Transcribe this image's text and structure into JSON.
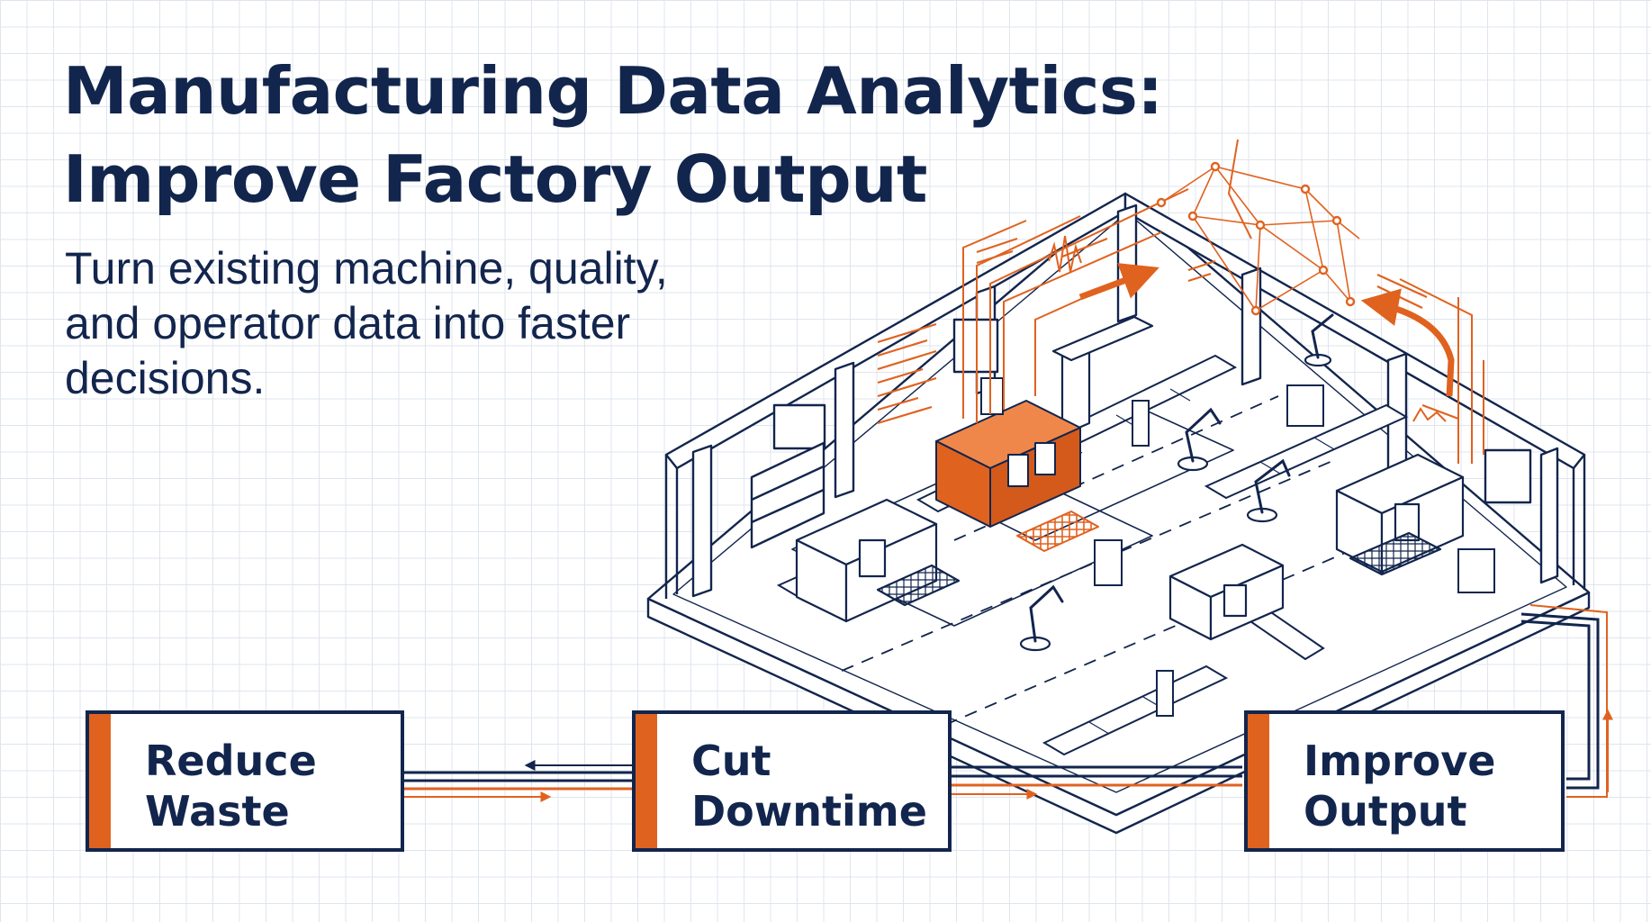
{
  "title_line1": "Manufacturing Data Analytics:",
  "title_line2": "Improve Factory Output",
  "subtitle": "Turn existing machine, quality, and operator data into faster decisions.",
  "outcomes": [
    {
      "label": "Reduce\nWaste"
    },
    {
      "label": "Cut\nDowntime"
    },
    {
      "label": "Improve\nOutput"
    }
  ],
  "colors": {
    "navy": "#12254d",
    "orange": "#e0621f",
    "grid": "#dfe5ee"
  },
  "icons": [
    "factory-floor-illustration",
    "data-network-icon",
    "robot-arm-icon",
    "cnc-machine-icon",
    "conveyor-icon",
    "control-panel-icon"
  ]
}
